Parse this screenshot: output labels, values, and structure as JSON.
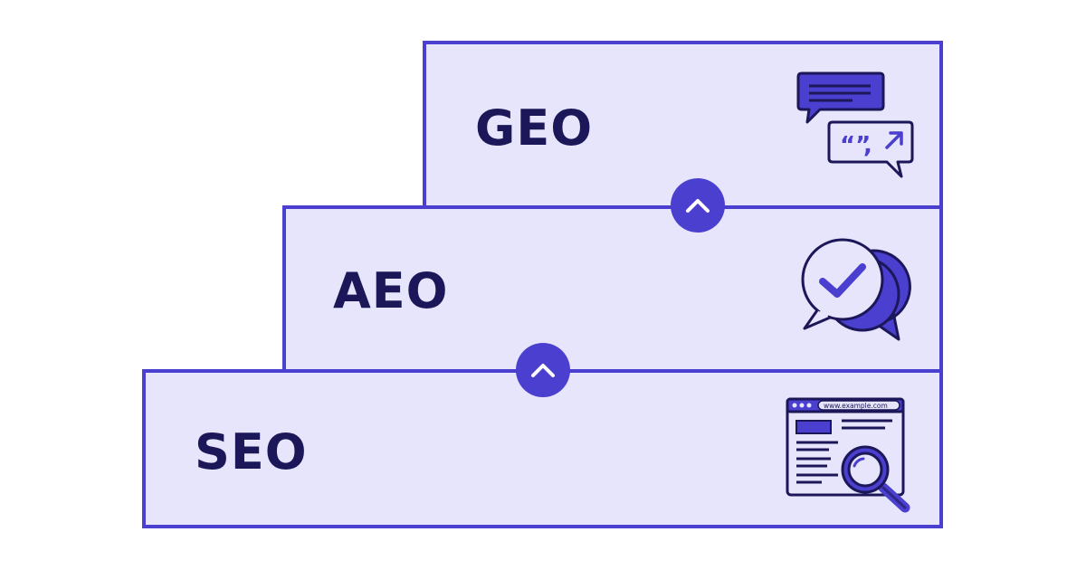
{
  "stages": [
    {
      "label": "GEO",
      "icon": "chat-quote-share-icon"
    },
    {
      "label": "AEO",
      "icon": "verified-answer-chat-icon"
    },
    {
      "label": "SEO",
      "icon": "browser-search-icon",
      "url_text": "www.example.com"
    }
  ],
  "connectors": [
    {
      "icon": "chevron-up-icon"
    },
    {
      "icon": "chevron-up-icon"
    }
  ],
  "colors": {
    "accent": "#4a3fcf",
    "panel": "#e6e5fb",
    "text": "#1c1759",
    "background": "#ffffff"
  }
}
